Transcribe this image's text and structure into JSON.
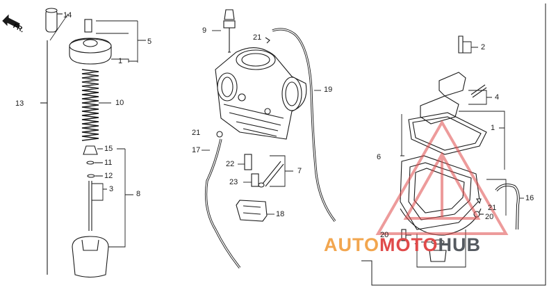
{
  "direction_label": "FR.",
  "watermark": {
    "part1": "AUTO",
    "part2": "MOTO",
    "part3": "HUB"
  },
  "callouts": {
    "n1": "1",
    "n2": "2",
    "n3": "3",
    "n4": "4",
    "n5": "5",
    "n6": "6",
    "n7": "7",
    "n8": "8",
    "n9": "9",
    "n10": "10",
    "n11": "11",
    "n12": "12",
    "n13": "13",
    "n14": "14",
    "n15": "15",
    "n16": "16",
    "n17": "17",
    "n18": "18",
    "n19": "19",
    "n20": "20",
    "n21": "21",
    "n22": "22",
    "n23": "23"
  },
  "colors": {
    "line": "#1a1a1a",
    "watermark_red": "#e04a4a",
    "watermark_orange": "#f2a64f",
    "watermark_gray": "#555a60"
  }
}
